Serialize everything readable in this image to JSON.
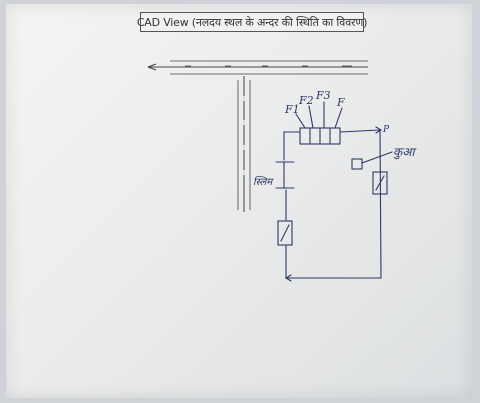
{
  "title": "CAD View (नलदय स्थल के अन्दर की स्थिति का विवरण)",
  "labels": {
    "flows": [
      "F1",
      "F2",
      "F3",
      "F"
    ],
    "top_right": "P",
    "left_mid": "स्लिम",
    "well": "कुआ"
  },
  "colors": {
    "ink": "#2b3a66",
    "print": "#444444"
  }
}
